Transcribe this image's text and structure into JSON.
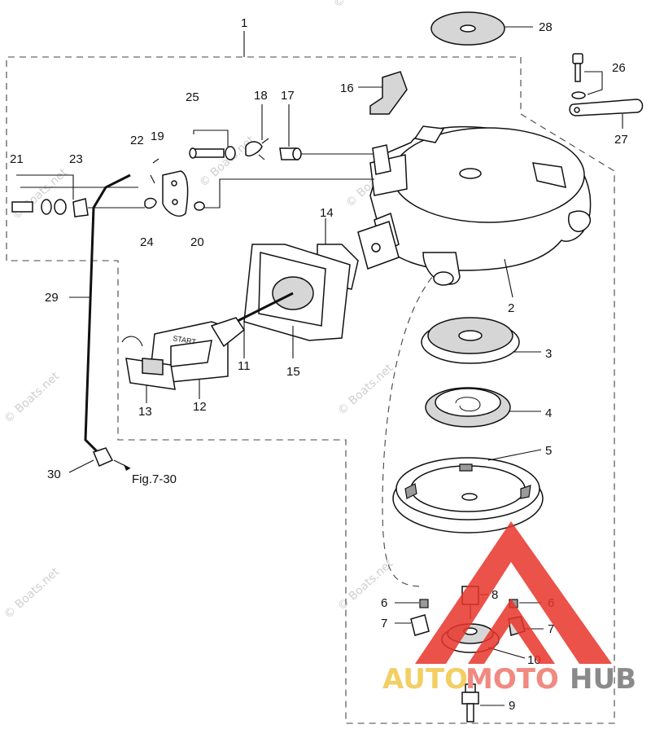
{
  "parts": {
    "p1": "1",
    "p2": "2",
    "p3": "3",
    "p4": "4",
    "p5": "5",
    "p6a": "6",
    "p6b": "6",
    "p7a": "7",
    "p7b": "7",
    "p8": "8",
    "p9": "9",
    "p10": "10",
    "p11": "11",
    "p12": "12",
    "p13": "13",
    "p14": "14",
    "p15": "15",
    "p16": "16",
    "p17": "17",
    "p18": "18",
    "p19": "19",
    "p20": "20",
    "p21": "21",
    "p22": "22",
    "p23": "23",
    "p24": "24",
    "p25": "25",
    "p26": "26",
    "p27": "27",
    "p28": "28",
    "p29": "29",
    "p30": "30"
  },
  "ref": "Fig.7-30",
  "handle_text": "START",
  "watermark": "© Boats.net",
  "logo": {
    "part1": "AUTO",
    "part2": "MOTO",
    "part3": "HUB",
    "colors": {
      "auto": "#f2cf63",
      "moto": "#f08a80",
      "hub": "#8a8a8a",
      "mark": "#e8352a"
    }
  }
}
